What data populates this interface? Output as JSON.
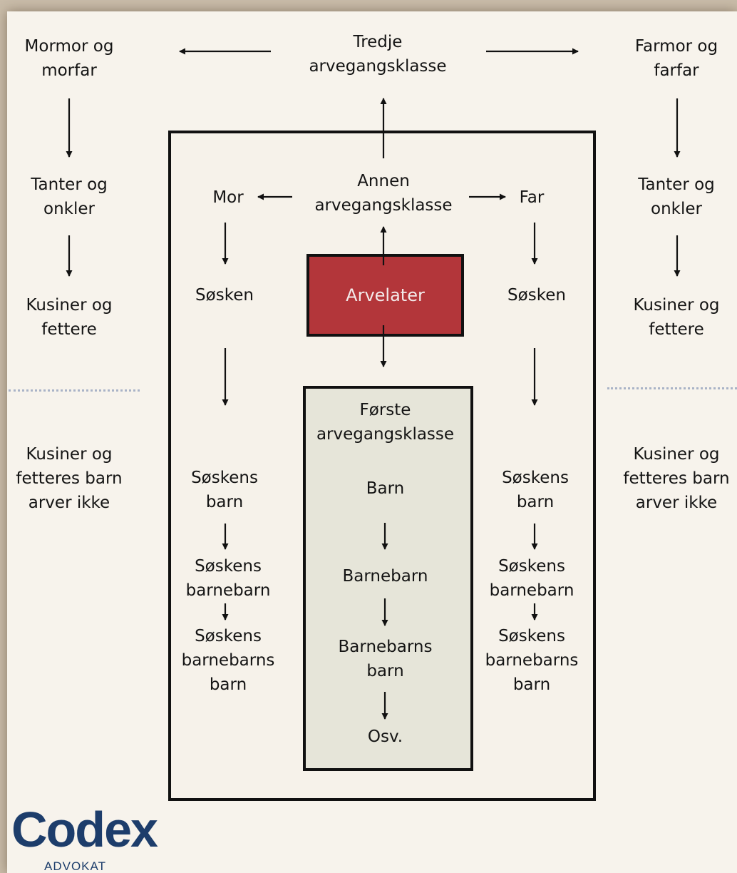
{
  "nodes": {
    "tredje": "Tredje\narvegangsklasse",
    "mormor_morfar": "Mormor og\nmorfar",
    "farmor_farfar": "Farmor og\nfarfar",
    "tanter_left": "Tanter og\nonkler",
    "tanter_right": "Tanter og\nonkler",
    "kusiner_left": "Kusiner og\nfettere",
    "kusiner_right": "Kusiner og\nfettere",
    "arver_ikke_left": "Kusiner og\nfetteres barn\narver ikke",
    "arver_ikke_right": "Kusiner og\nfetteres barn\narver ikke",
    "annen": "Annen\narvegangsklasse",
    "mor": "Mor",
    "far": "Far",
    "sosken_left": "Søsken",
    "sosken_right": "Søsken",
    "arvelater": "Arvelater",
    "soskens_barn_left": "Søskens\nbarn",
    "soskens_barn_right": "Søskens\nbarn",
    "soskens_barnebarn_left": "Søskens\nbarnebarn",
    "soskens_barnebarn_right": "Søskens\nbarnebarn",
    "soskens_barnebarns_barn_left": "Søskens\nbarnebarns\nbarn",
    "soskens_barnebarns_barn_right": "Søskens\nbarnebarns\nbarn",
    "forste": "Første\narvegangsklasse",
    "barn": "Barn",
    "barnebarn": "Barnebarn",
    "barnebarns_barn": "Barnebarns\nbarn",
    "osv": "Osv."
  },
  "logo": {
    "name": "Codex",
    "sub": "ADVOKAT"
  },
  "colors": {
    "arvelater_fill": "#b3363a",
    "first_class_fill": "#e6e5d9",
    "second_class_fill": "#f6f2ea",
    "logo": "#1d3d6b",
    "divider": "#a9b3c7"
  }
}
